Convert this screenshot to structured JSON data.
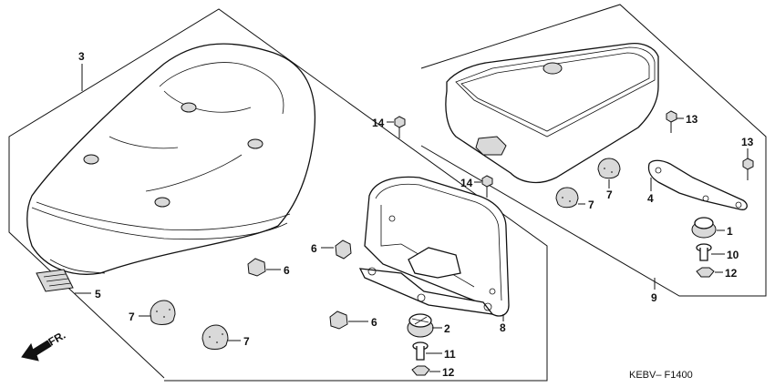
{
  "diagram": {
    "code": "KEBV– F1400",
    "direction": "FR.",
    "callouts": [
      {
        "id": "c3",
        "text": "3"
      },
      {
        "id": "c5",
        "text": "5"
      },
      {
        "id": "c6a",
        "text": "6"
      },
      {
        "id": "c6b",
        "text": "6"
      },
      {
        "id": "c6c",
        "text": "6"
      },
      {
        "id": "c7a",
        "text": "7"
      },
      {
        "id": "c7b",
        "text": "7"
      },
      {
        "id": "c7c",
        "text": "7"
      },
      {
        "id": "c7d",
        "text": "7"
      },
      {
        "id": "c2",
        "text": "2"
      },
      {
        "id": "c11",
        "text": "11"
      },
      {
        "id": "c12a",
        "text": "12"
      },
      {
        "id": "c8",
        "text": "8"
      },
      {
        "id": "c14a",
        "text": "14"
      },
      {
        "id": "c14b",
        "text": "14"
      },
      {
        "id": "c13a",
        "text": "13"
      },
      {
        "id": "c13b",
        "text": "13"
      },
      {
        "id": "c4",
        "text": "4"
      },
      {
        "id": "c1",
        "text": "1"
      },
      {
        "id": "c10",
        "text": "10"
      },
      {
        "id": "c12b",
        "text": "12"
      },
      {
        "id": "c9",
        "text": "9"
      }
    ]
  }
}
